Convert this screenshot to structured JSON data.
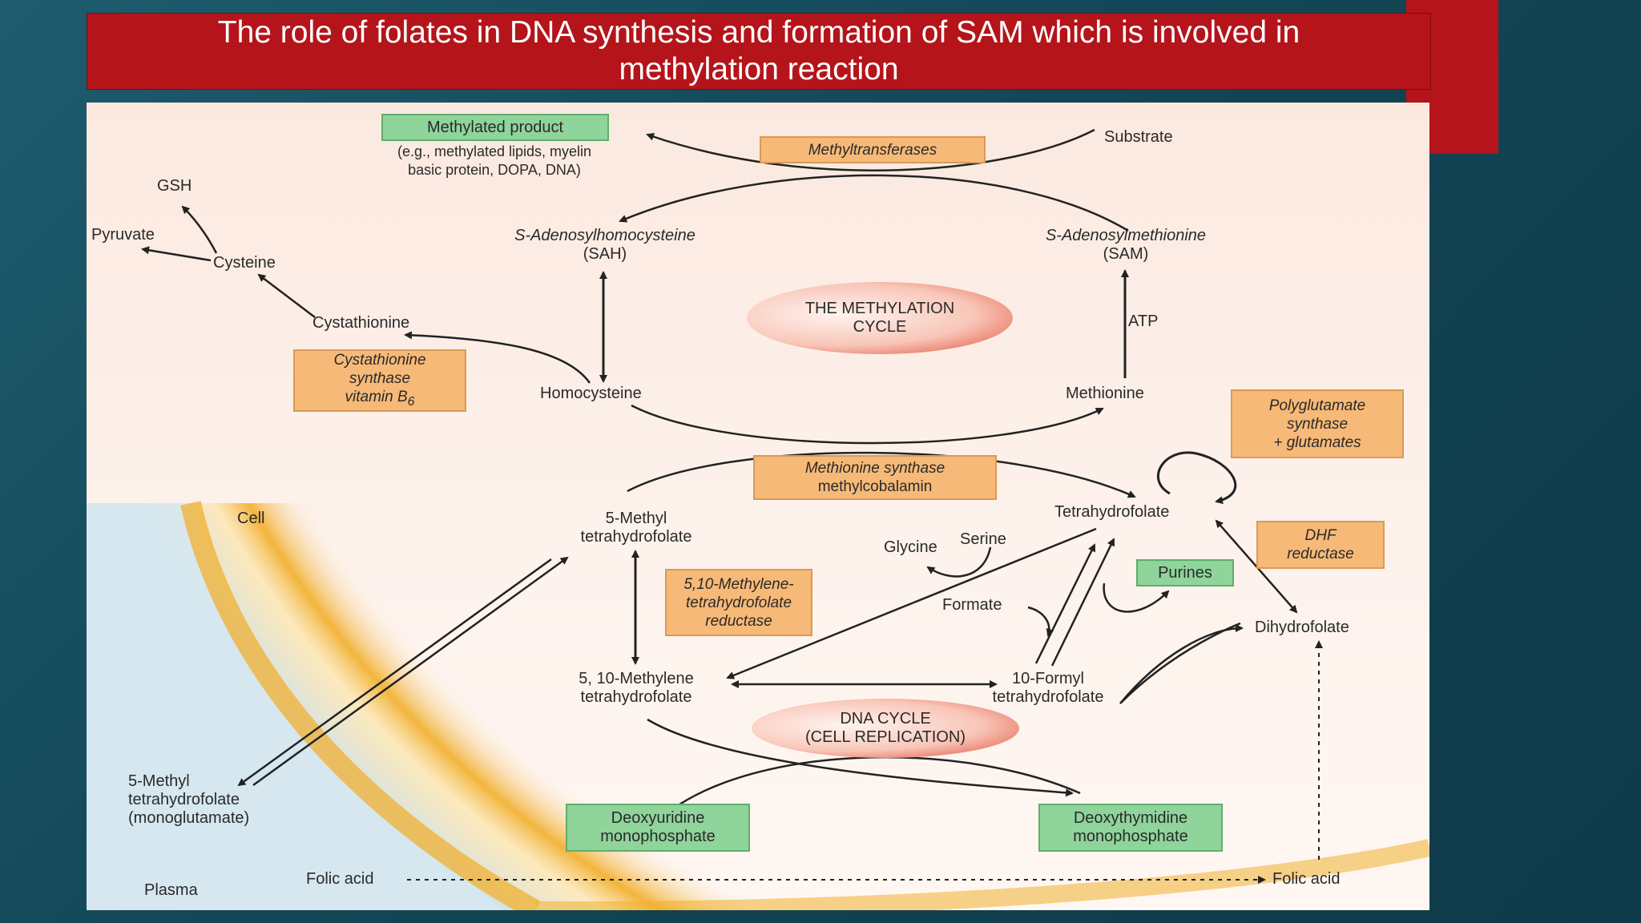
{
  "slide": {
    "title": "The role of folates in DNA synthesis and formation of SAM which is involved in methylation reaction"
  },
  "colors": {
    "background": "#134656",
    "banner": "#b4141a",
    "enzyme_box": "#f6b977",
    "product_box": "#8fd49b",
    "plasma_band": "#f2b53c"
  },
  "diagram": {
    "methylated_product": "Methylated product",
    "methylated_examples_1": "(e.g., methylated lipids, myelin",
    "methylated_examples_2": "basic protein, DOPA, DNA)",
    "methyltransferases": "Methyltransferases",
    "substrate": "Substrate",
    "gsh": "GSH",
    "pyruvate": "Pyruvate",
    "cysteine": "Cysteine",
    "cystathionine": "Cystathionine",
    "cbs_1": "Cystathionine",
    "cbs_2": "synthase",
    "cbs_3": "vitamin B",
    "cbs_sub": "6",
    "sah_1": "S-Adenosylhomocysteine",
    "sah_2": "(SAH)",
    "sam_1": "S-Adenosylmethionine",
    "sam_2": "(SAM)",
    "methylation_cycle_1": "THE METHYLATION",
    "methylation_cycle_2": "CYCLE",
    "atp": "ATP",
    "homocysteine": "Homocysteine",
    "methionine": "Methionine",
    "polyglutamate_1": "Polyglutamate",
    "polyglutamate_2": "synthase",
    "polyglutamate_3": "+ glutamates",
    "met_synthase_1": "Methionine synthase",
    "met_synthase_2": "methylcobalamin",
    "cell": "Cell",
    "methyl_thf_1": "5-Methyl",
    "methyl_thf_2": "tetrahydrofolate",
    "thf": "Tetrahydrofolate",
    "glycine": "Glycine",
    "serine": "Serine",
    "dhf_reductase_1": "DHF",
    "dhf_reductase_2": "reductase",
    "purines": "Purines",
    "mthfr_1": "5,10-Methylene-",
    "mthfr_2": "tetrahydrofolate",
    "mthfr_3": "reductase",
    "formate": "Formate",
    "dihydrofolate": "Dihydrofolate",
    "methylene_thf_1": "5, 10-Methylene",
    "methylene_thf_2": "tetrahydrofolate",
    "formyl_thf_1": "10-Formyl",
    "formyl_thf_2": "tetrahydrofolate",
    "dna_cycle_1": "DNA CYCLE",
    "dna_cycle_2": "(CELL REPLICATION)",
    "plasma_methyl_1": "5-Methyl",
    "plasma_methyl_2": "tetrahydrofolate",
    "plasma_methyl_3": "(monoglutamate)",
    "dump_1": "Deoxyuridine",
    "dump_2": "monophosphate",
    "dtmp_1": "Deoxythymidine",
    "dtmp_2": "monophosphate",
    "plasma": "Plasma",
    "folic_acid_left": "Folic acid",
    "folic_acid_right": "Folic acid"
  }
}
